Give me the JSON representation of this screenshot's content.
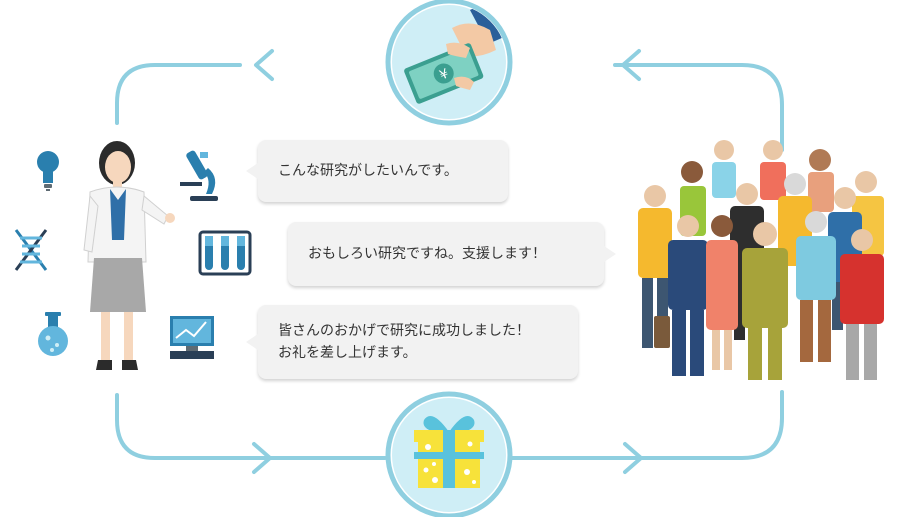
{
  "colors": {
    "cycle_line": "#8fcfe0",
    "circle_fill": "#cfeef6",
    "icon_blue": "#2a7fae",
    "icon_light": "#62b6dd",
    "bubble_bg": "#f2f2f2",
    "gift_yellow": "#f7e23a",
    "ribbon": "#59c2dc",
    "money_green": "#52b7a8"
  },
  "icons": {
    "top_circle": "money-hand-icon",
    "bottom_circle": "gift-box-icon",
    "left_set": [
      "light-bulb-icon",
      "dna-helix-icon",
      "flask-icon",
      "microscope-icon",
      "test-tubes-icon",
      "monitor-chart-icon"
    ]
  },
  "bubbles": {
    "researcher_request": "こんな研究がしたいんです。",
    "supporters_reply": "おもしろい研究ですね。支援します！",
    "researcher_thanks_line1": "皆さんのおかげで研究に成功しました！",
    "researcher_thanks_line2": "お礼を差し上げます。"
  }
}
